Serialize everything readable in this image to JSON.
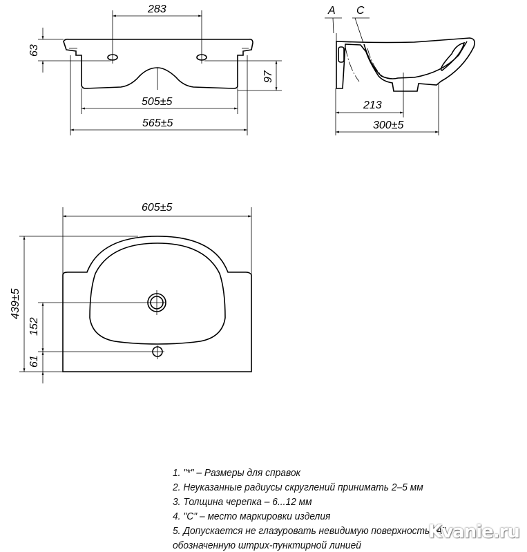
{
  "front_view": {
    "dim_holes": "283",
    "dim_rim_height": "63",
    "dim_body_height": "97",
    "dim_inner_width": "505±5",
    "dim_outer_width": "565±5"
  },
  "side_view": {
    "label_a": "A",
    "label_c": "C",
    "dim_drain": "213",
    "dim_depth": "300±5"
  },
  "top_view": {
    "dim_width": "605±5",
    "dim_depth": "439±5",
    "dim_drain": "152",
    "dim_tap": "61"
  },
  "notes": [
    "1. \"*\" – Размеры для справок",
    "2. Неуказанные радиусы скруглений принимать 2–5 мм",
    "3. Толщина черепка – 6...12 мм",
    "4. \"C\" – место маркировки изделия",
    "5. Допускается не глазуровать невидимую поверхность \"A\",",
    "обозначенную штрих-пунктирной линией"
  ],
  "watermark": "Kvanie.ru"
}
